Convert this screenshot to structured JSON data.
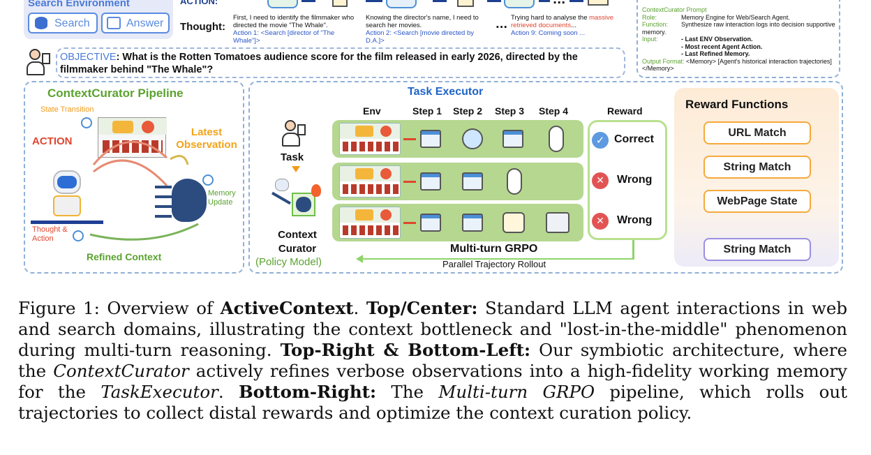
{
  "top": {
    "search_env_label": "Search Environment",
    "search_btn": "Search",
    "answer_btn": "Answer",
    "action_label": "ACTION:",
    "thought_label": "Thought:",
    "ellipsis": "...",
    "thought1": "First, I need to identify the filmmaker who directed the movie \"The Whale\".",
    "action1": "Action 1: <Search [director of \"The Whale\"]>",
    "thought2": "Knowing the director's name, I need to search her movies.",
    "action2": "Action 2: <Search [movie directed by D.A.]>",
    "thought3a": "Trying hard to analyse the",
    "thought3b": "massive retrieved documents",
    "action3": "Action 9: Coming soon ...",
    "objective_label": "OBJECTIVE",
    "objective_text": ": What is the Rotten Tomatoes audience score for the film released in early 2026, directed by the filmmaker behind \"The Whale\"?"
  },
  "prompt": {
    "title": "ContextCurator Prompt",
    "role_k": "Role:",
    "role_v": "Memory Engine for Web/Search Agent.",
    "function_k": "Function:",
    "function_v": "Synthesize raw interaction logs into decision supportive memory.",
    "input_k": "Input:",
    "input_items": [
      "- Last ENV Observation.",
      "- Most recent Agent Action.",
      "- Last Refined Memory."
    ],
    "output_k": "Output Format:",
    "output_v": "<Memory> [Agent's historical interaction trajectories] </Memory>"
  },
  "pipeline": {
    "title": "ContextCurator Pipeline",
    "state_transition": "State Transition",
    "action": "ACTION",
    "latest_obs": "Latest Observation",
    "memory_update": "Memory Update",
    "thought_action": "Thought & Action",
    "refined": "Refined Context"
  },
  "executor": {
    "title": "Task Executor",
    "headers": [
      "Env",
      "Step 1",
      "Step 2",
      "Step 3",
      "Step 4",
      "Reward"
    ],
    "task": "Task",
    "curator": "Context Curator",
    "policy": "(Policy Model)",
    "rewards": [
      "Correct",
      "Wrong",
      "Wrong"
    ],
    "grpo": "Multi-turn GRPO",
    "rollout": "Parallel Trajectory Rollout"
  },
  "reward_fn": {
    "title": "Reward Functions",
    "items": [
      "URL Match",
      "String Match",
      "WebPage State",
      "String Match"
    ]
  },
  "caption": {
    "fig": "Figure 1: Overview of ",
    "name": "ActiveContext",
    "p1": ". ",
    "tc": "Top/Center:",
    "p2": " Standard LLM agent interactions in web and search domains, illustrating the context bottleneck and \"lost-in-the-middle\" phenomenon during multi-turn reasoning. ",
    "trbl": "Top-Right & Bottom-Left:",
    "p3": " Our symbiotic architecture, where the ",
    "cc": "ContextCurator",
    "p4": " actively refines verbose observations into a high-fidelity working memory for the ",
    "te": "TaskExecutor",
    "p5": ". ",
    "br": "Bottom-Right:",
    "p6": " The ",
    "grpo": "Multi-turn GRPO",
    "p7": " pipeline, which rolls out trajectories to collect distal rewards and optimize the context curation policy."
  },
  "colors": {
    "green": "#5aa22f",
    "blue": "#2a55c8",
    "orange": "#f19a1a",
    "red": "#e0452e",
    "row": "#b5d790",
    "reward_bg": "#fdf0e0"
  }
}
